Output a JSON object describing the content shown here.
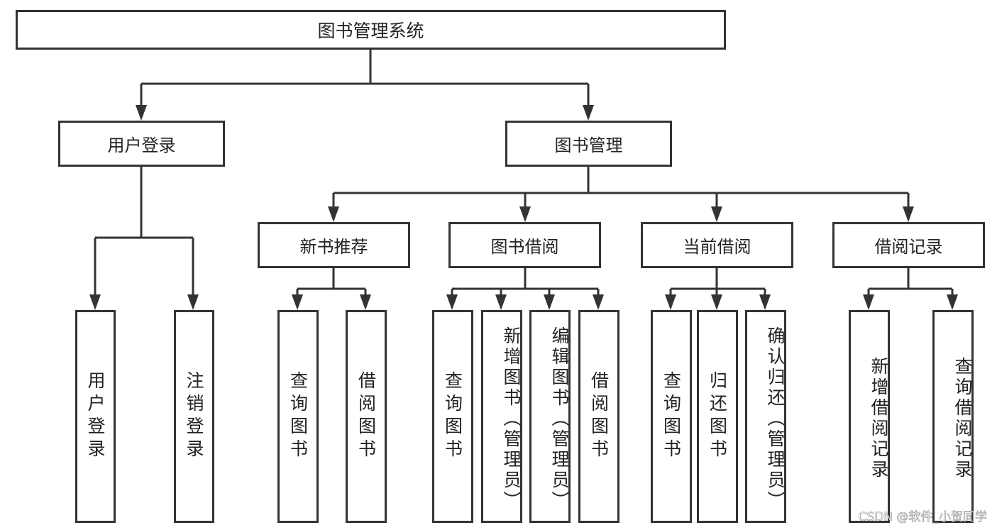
{
  "root": "图书管理系统",
  "modules": [
    {
      "label": "用户登录",
      "children": [
        {
          "label": "用户登录",
          "children": [
            "用户登录",
            "注销登录"
          ]
        }
      ]
    },
    {
      "label": "图书管理",
      "children": [
        {
          "label": "新书推荐",
          "children": [
            "查询图书",
            "借阅图书"
          ]
        },
        {
          "label": "图书借阅",
          "children": [
            "查询图书",
            "新增图书（管理员）",
            "编辑图书（管理员）",
            "借阅图书"
          ]
        },
        {
          "label": "当前借阅",
          "children": [
            "查询图书",
            "归还图书",
            "确认归还（管理员）"
          ]
        },
        {
          "label": "借阅记录",
          "children": [
            "新增借阅记录",
            "查询借阅记录"
          ]
        }
      ]
    }
  ],
  "watermark": "CSDN @软件_小贺同学"
}
